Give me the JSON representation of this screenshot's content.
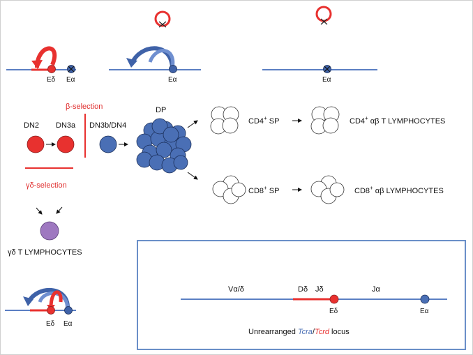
{
  "colors": {
    "red": "#e8312f",
    "blue": "#4a6fb5",
    "blue_line": "#5b7fc3",
    "purple": "#9e78c0",
    "panel_border": "#6a8fc8"
  },
  "loci": {
    "dn_locus": {
      "e_delta": "Eδ",
      "e_alpha": "Eα"
    },
    "dp_locus": {
      "e_alpha": "Eα"
    },
    "sp_locus": {
      "e_alpha": "Eα"
    },
    "gd_locus": {
      "e_delta": "Eδ",
      "e_alpha": "Eα"
    }
  },
  "selection": {
    "beta": "β-selection",
    "gamma_delta": "γδ-selection"
  },
  "stages": {
    "dn2": "DN2",
    "dn3a": "DN3a",
    "dn3b_dn4": "DN3b/DN4",
    "dp": "DP",
    "cd4_sp": {
      "prefix": "CD4",
      "sup": "+",
      "suffix": " SP"
    },
    "cd8_sp": {
      "prefix": "CD8",
      "sup": "+",
      "suffix": " SP"
    },
    "cd4_ab": {
      "prefix": "CD4",
      "sup": "+",
      "suffix": " αβ T LYMPHOCYTES"
    },
    "cd8_ab": {
      "prefix": "CD8",
      "sup": "+",
      "suffix": " αβ LYMPHOCYTES"
    },
    "gd_t": "γδ T LYMPHOCYTES"
  },
  "legend_panel": {
    "v_segment": "Vα/δ",
    "d_segment": "Dδ",
    "j_delta": "Jδ",
    "j_alpha": "Jα",
    "e_delta": "Eδ",
    "e_alpha": "Eα",
    "caption_prefix": "Unrearranged ",
    "caption_tcra": "Tcra",
    "caption_sep": "/",
    "caption_tcrd": "Tcrd",
    "caption_suffix": " locus"
  }
}
